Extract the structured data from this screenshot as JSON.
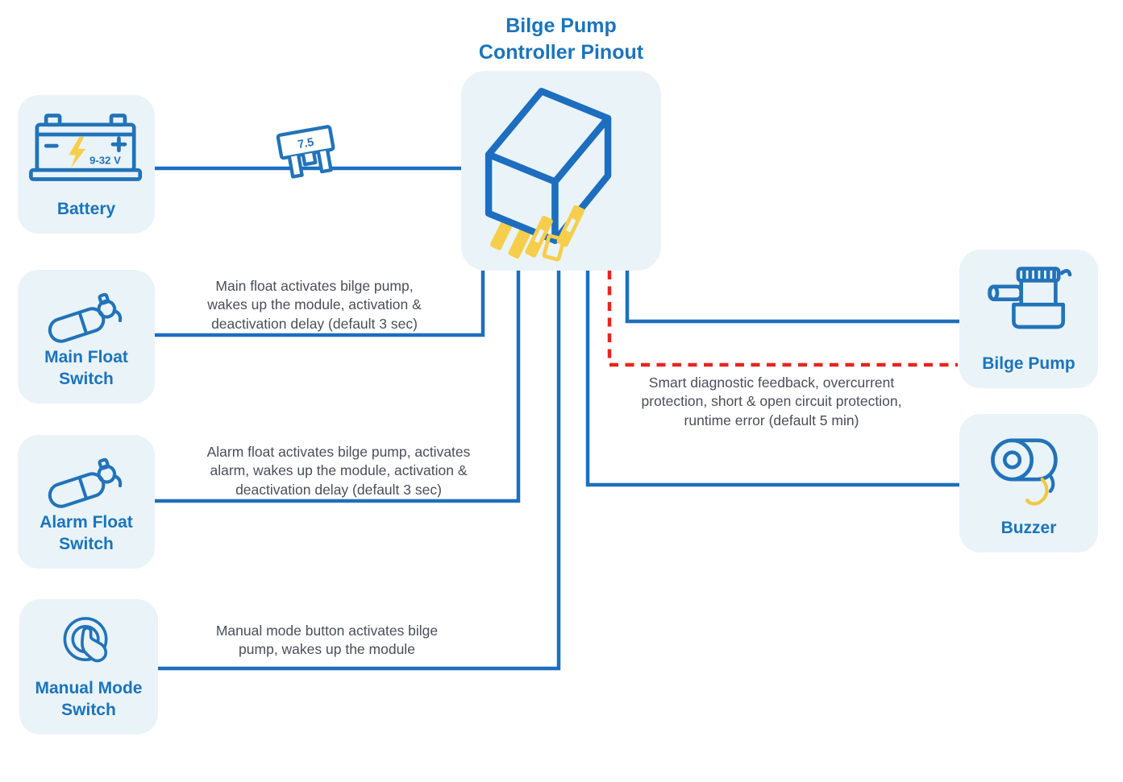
{
  "title": "Bilge Pump\nController Pinout",
  "nodes": {
    "battery": {
      "label": "Battery",
      "voltage": "9-32 V",
      "icon": "battery-icon"
    },
    "fuse": {
      "rating": "7.5",
      "icon": "fuse-icon"
    },
    "controller": {
      "icon": "controller-module-icon"
    },
    "main_float": {
      "label": "Main Float\nSwitch",
      "icon": "float-switch-icon"
    },
    "alarm_float": {
      "label": "Alarm Float\nSwitch",
      "icon": "float-switch-icon"
    },
    "manual_mode": {
      "label": "Manual Mode\nSwitch",
      "icon": "push-button-hand-icon"
    },
    "bilge_pump": {
      "label": "Bilge Pump",
      "icon": "bilge-pump-icon"
    },
    "buzzer": {
      "label": "Buzzer",
      "icon": "buzzer-icon"
    }
  },
  "annotations": {
    "main_float": "Main float activates bilge pump,\nwakes up the module, activation &\ndeactivation delay (default 3 sec)",
    "alarm_float": "Alarm float activates bilge pump, activates\nalarm, wakes up the module, activation &\ndeactivation delay (default 3 sec)",
    "manual_mode": "Manual mode button activates bilge\npump, wakes up the module",
    "diagnostics": "Smart diagnostic feedback, overcurrent\nprotection, short & open circuit protection,\nruntime error (default 5 min)"
  },
  "colors": {
    "wire_blue": "#1d6ebf",
    "icon_stroke_blue": "#2273b8",
    "label_blue": "#1b74bb",
    "accent_yellow": "#f6ce4b",
    "alert_red": "#e8241d",
    "card_background": "#e9f3f8",
    "annotation_text": "#4b4e59"
  }
}
